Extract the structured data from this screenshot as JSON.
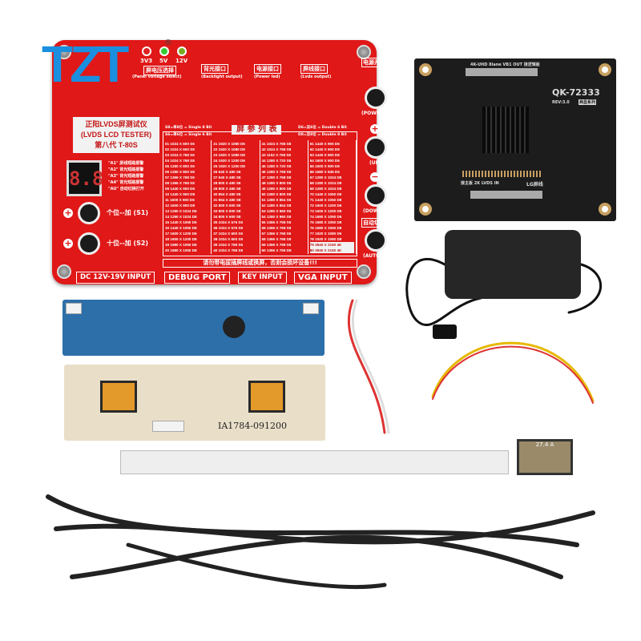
{
  "brand": {
    "logo": "TZT",
    "registered": "®"
  },
  "tester": {
    "title_cn": "正阳LVDS屏测试仪",
    "title_en": "(LVDS LCD TESTER)",
    "model": "第八代   T-80S",
    "display": "8.8",
    "leds": [
      "3V3",
      "5V",
      "12V"
    ],
    "voltage_select": "屏电压选择",
    "voltage_select_en": "(Panel voltage select)",
    "alarms": [
      "\"A1\" 屏线短路报警",
      "\"A2\" 背光短路报警",
      "\"A3\" 背光短路报警",
      "\"A4\" 背光短路报警",
      "\"AU\" 自动切换打开"
    ],
    "s1_label": "个位--加 (S1)",
    "s2_label": "十位--加 (S2)",
    "power_label": "电源开关",
    "power_en": "(POWER)",
    "up_en": "(UP)",
    "down_en": "(DOWN)",
    "auto_label": "自动切换",
    "auto_en": "(AUTO)",
    "backlight_label": "背光接口",
    "backlight_en": "(Backlight output)",
    "power_port_label": "电源接口",
    "power_port_en": "(Power led)",
    "lvds_port_label": "屏线接口",
    "lvds_port_en": "(Lvds output)",
    "legend_left": [
      "S6=单6位 = Single 6 Bit",
      "S8=单8位 = Single 8 Bit"
    ],
    "legend_right": [
      "D6=双6位 = Double 6 Bit",
      "D8=双8位 = Double 8 Bit"
    ],
    "table_title": "屏 参 列 表",
    "warning": "请勿带电拔插屏线或换屏，否则会损坏设备!!!",
    "ports": [
      "DC 12V-19V INPUT",
      "DEBUG PORT",
      "KEY INPUT",
      "VGA INPUT"
    ],
    "resolutions": [
      "01 1024 X 600 S6",
      "02 1024 X 600 S8",
      "03 1024 X 768 S6",
      "04 1024 X 768 S8",
      "05 1280 X 800 S6",
      "06 1280 X 800 S8",
      "07 1366 X 768 S6",
      "08 1366 X 768 S8",
      "09 1440 X 900 D6",
      "10 1440 X 900 D8",
      "11 1600 X 900 D6",
      "12 1600 X 900 D8",
      "13 1280 X 1024 D6",
      "14 1280 X 1024 D8",
      "15 1440 X 1050 D6",
      "16 1440 X 1050 D8",
      "17 1600 X 1200 D6",
      "18 1600 X 1200 D8",
      "19 1680 X 1050 D6",
      "20 1680 X 1050 D8",
      "21 1920 X 1080 D6",
      "22 1920 X 1080 D8",
      "23 1920 X 1080 D8",
      "24 1920 X 1200 D6",
      "25 1920 X 1200 D8",
      "26 640 X 480 S6",
      "27 640 X 480 S8",
      "28 800 X 480 S6",
      "29 800 X 480 S8",
      "30 854 X 480 S6",
      "31 854 X 480 S8",
      "32 800 X 600 S6",
      "33 800 X 600 S8",
      "34 800 X 600 S8",
      "35 1024 X 576 S6",
      "36 1024 X 576 S8",
      "37 1024 X 600 S6",
      "38 1024 X 600 S8",
      "39 1024 X 768 S6",
      "40 1024 X 768 S8",
      "41 1024 X 768 S8",
      "42 1024 X 768 S8",
      "43 1152 X 768 S6",
      "44 1280 X 720 S6",
      "45 1280 X 720 S8",
      "46 1280 X 768 S6",
      "47 1280 X 768 S8",
      "48 1280 X 800 S6",
      "49 1280 X 800 S8",
      "50 1280 X 800 S8",
      "51 1280 X 854 S6",
      "52 1280 X 854 S8",
      "53 1280 X 960 S6",
      "54 1280 X 960 S8",
      "55 1366 X 768 S6",
      "56 1366 X 768 S8",
      "57 1366 X 768 S6",
      "58 1366 X 768 S8",
      "59 1366 X 768 S6",
      "60 1366 X 768 D8",
      "61 1440 X 900 D6",
      "62 1440 X 900 D8",
      "63 1440 X 900 D8",
      "64 1600 X 900 D6",
      "65 1600 X 900 D8",
      "66 1680 X 945 D6",
      "67 1280 X 1024 D8",
      "68 1280 X 1024 D8",
      "69 1280 X 1024 D8",
      "70 1440 X 1050 D6",
      "71 1440 X 1050 D8",
      "72 1600 X 1200 D6",
      "73 1600 X 1200 D8",
      "74 1680 X 1050 D6",
      "75 1680 X 1050 D8",
      "76 1680 X 1050 D8",
      "77 1920 X 1080 D6",
      "78 1920 X 1080 D8",
      "79 3840 X 2160 4K",
      "80 3840 X 2160 4K"
    ]
  },
  "adapter": {
    "top_label": "4K-UHD 8lane VB1 OUT 接逻辑板",
    "model": "QK-72333",
    "rev": "REV:3.0",
    "series": "商显系列",
    "bottom_label": "接主板    2K LVDS IN",
    "lg_label": "LG屏线"
  },
  "inverter": {
    "label": "IA1784-091200"
  },
  "ffc_connector": {
    "label": "27.4  A"
  },
  "colors": {
    "board_red": "#e01818",
    "logo_blue": "#1a8fe0",
    "pcb_black": "#1c1c1c",
    "inverter_blue": "#2d6fa8"
  }
}
